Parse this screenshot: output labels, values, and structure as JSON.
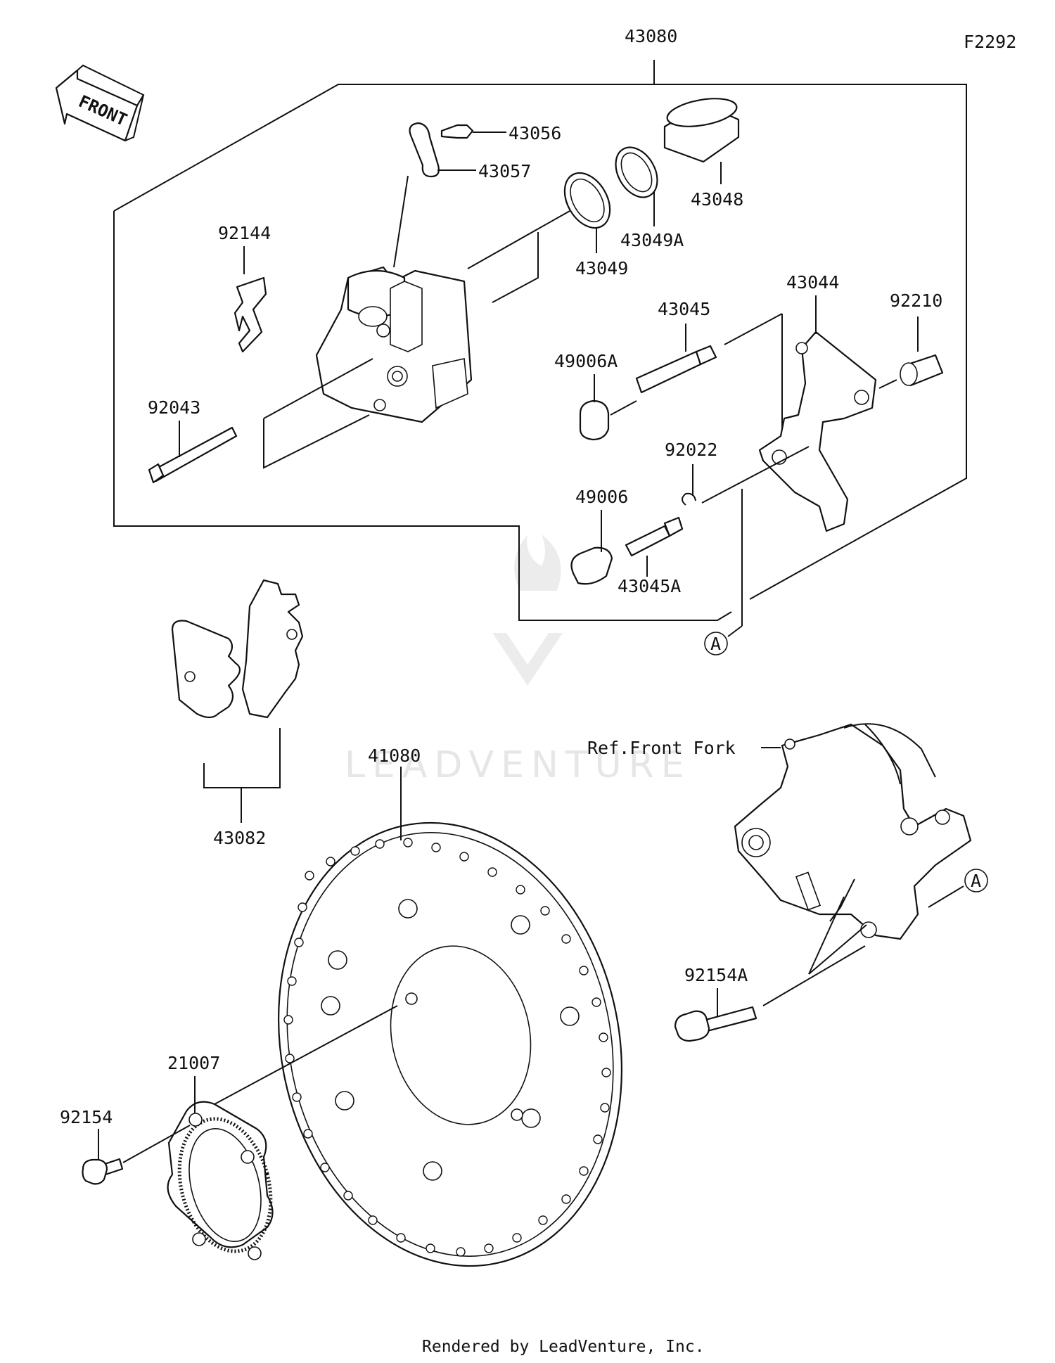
{
  "figure_code": "F2292",
  "front_label": "FRONT",
  "parts": {
    "p43080": "43080",
    "p43056": "43056",
    "p43057": "43057",
    "p43048": "43048",
    "p43049A": "43049A",
    "p43049": "43049",
    "p92144": "92144",
    "p43044": "43044",
    "p92210": "92210",
    "p43045": "43045",
    "p49006A": "49006A",
    "p92043": "92043",
    "p92022": "92022",
    "p49006": "49006",
    "p43045A": "43045A",
    "p43082": "43082",
    "p41080": "41080",
    "p21007": "21007",
    "p92154": "92154",
    "p92154A": "92154A"
  },
  "ref_front_fork": "Ref.Front Fork",
  "callout_a": "A",
  "watermark": "LEADVENTURE",
  "footer": "Rendered by LeadVenture, Inc."
}
